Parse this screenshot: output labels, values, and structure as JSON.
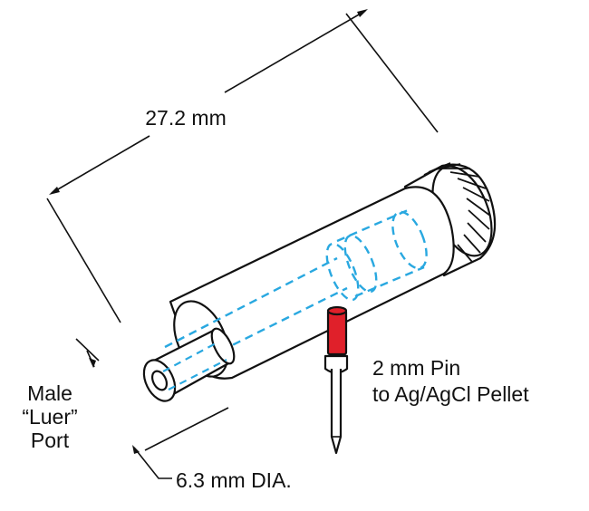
{
  "labels": {
    "length": "27.2 mm",
    "port_line1": "Male",
    "port_line2": "“Luer”",
    "port_line3": "Port",
    "pin_line1": "2 mm Pin",
    "pin_line2": "to Ag/AgCl Pellet",
    "diameter": "6.3 mm DIA."
  },
  "colors": {
    "outline": "#111111",
    "inner_channel": "#29a8e0",
    "pin": "#e0202a",
    "background": "#ffffff"
  }
}
